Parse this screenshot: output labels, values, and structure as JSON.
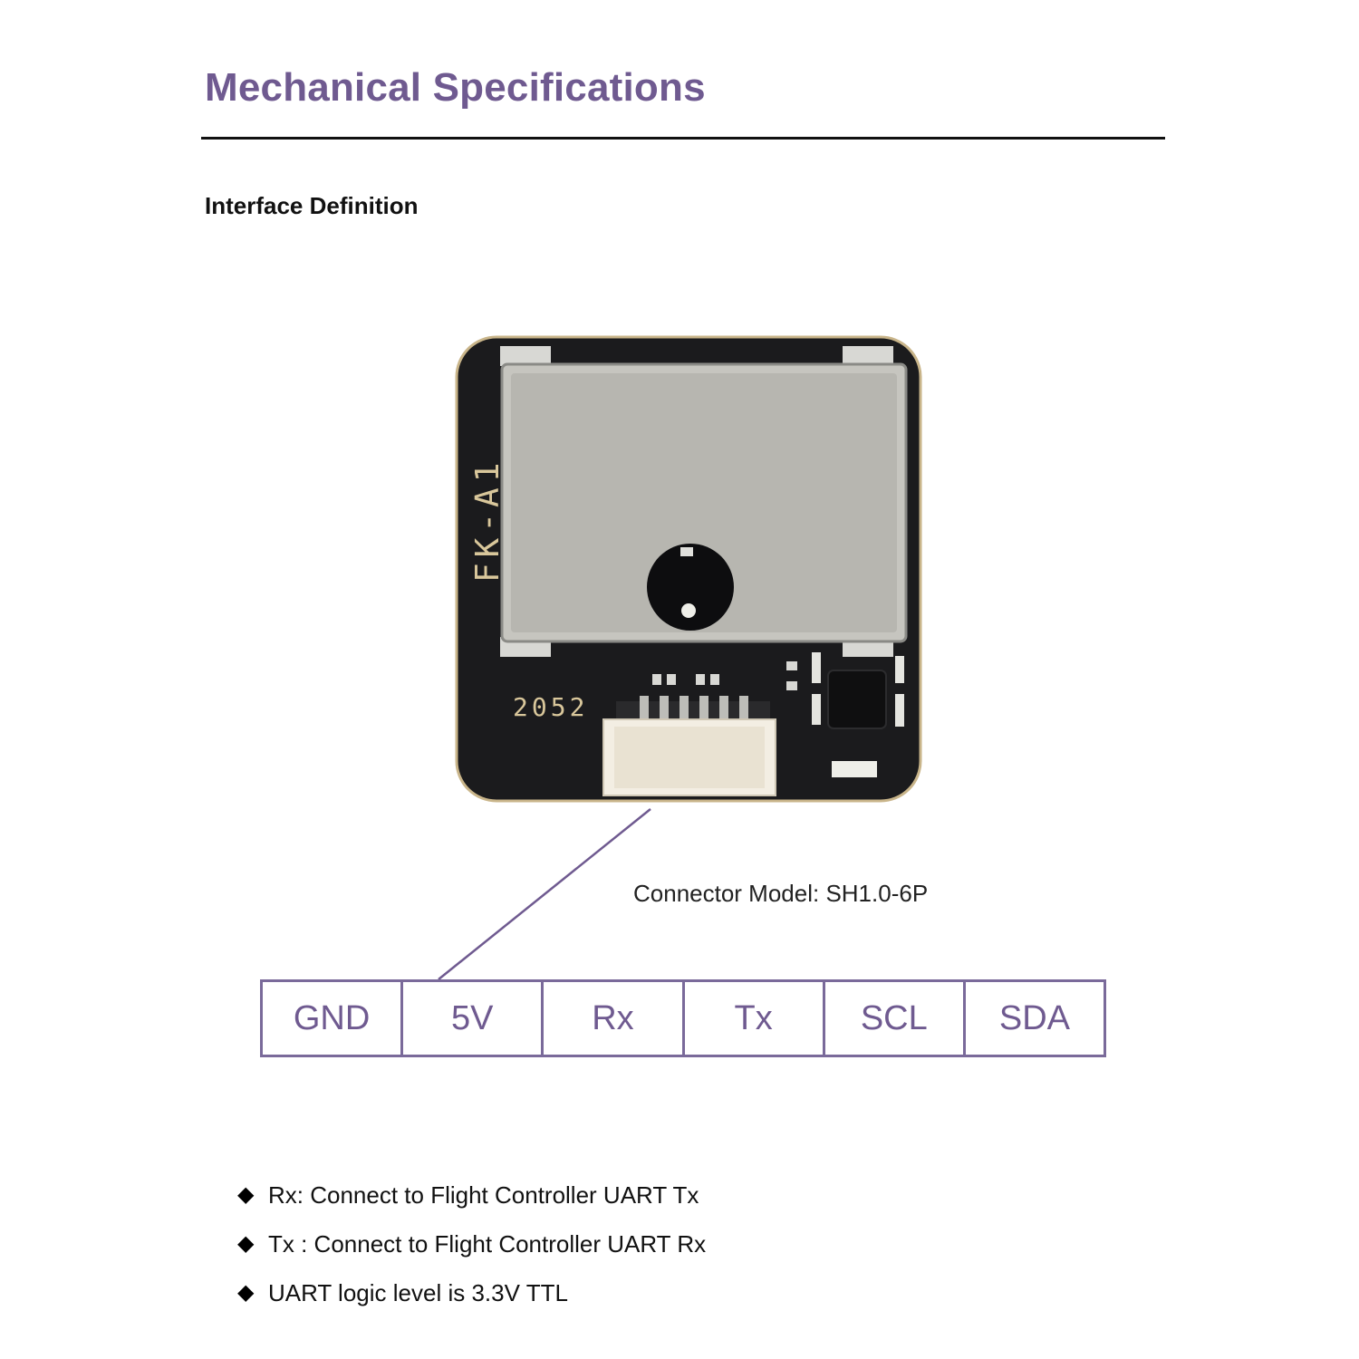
{
  "page": {
    "title": "Mechanical Specifications",
    "subtitle": "Interface Definition"
  },
  "module": {
    "silkscreen_label": "FK-A1",
    "board_code": "2052"
  },
  "connector": {
    "label": "Connector Model: SH1.0-6P",
    "pins": [
      "GND",
      "5V",
      "Rx",
      "Tx",
      "SCL",
      "SDA"
    ]
  },
  "notes": [
    "Rx: Connect to Flight Controller UART Tx",
    "Tx : Connect to Flight Controller UART Rx",
    "UART logic level is 3.3V TTL"
  ],
  "colors": {
    "accent": "#6f5a90",
    "table_border": "#7a6a9a",
    "pcb": "#1b1b1d",
    "shield": "#b9b8b2"
  },
  "icons": {
    "bullet": "diamond-bullet-icon"
  }
}
